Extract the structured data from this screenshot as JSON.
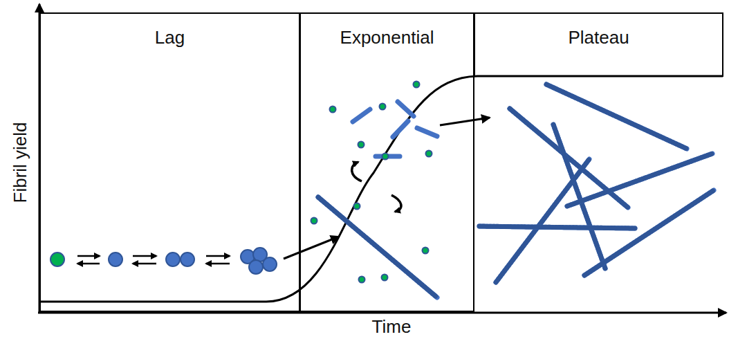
{
  "diagram": {
    "nodes": [
      {
        "text": [
          "Lag"
        ]
      },
      {
        "text": [
          "Exponential"
        ]
      },
      {
        "text": [
          "Plateau"
        ]
      }
    ],
    "labels": [
      "Fibril yield",
      "Time"
    ]
  }
}
